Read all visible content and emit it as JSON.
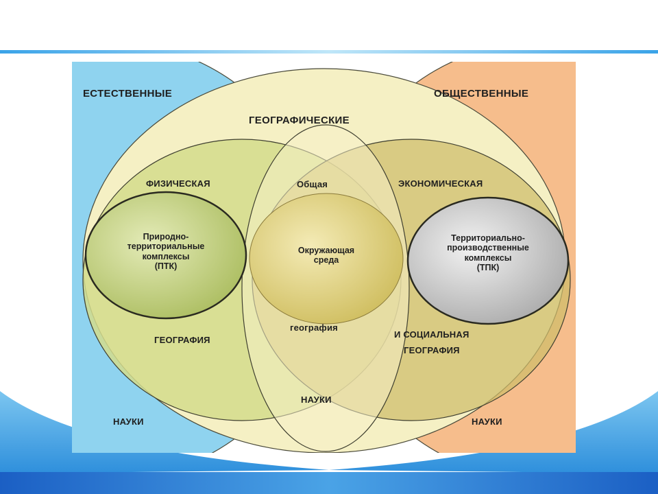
{
  "diagram": {
    "natural": "ЕСТЕСТВЕННЫЕ",
    "social": "ОБЩЕСТВЕННЫЕ",
    "geographic": "ГЕОГРАФИЧЕСКИЕ",
    "physical": "ФИЗИЧЕСКАЯ",
    "physical_geo": "ГЕОГРАФИЯ",
    "general": "Общая",
    "general_geo": "география",
    "economic": "ЭКОНОМИЧЕСКАЯ",
    "social_and": "И СОЦИАЛЬНАЯ",
    "economic_geo": "ГЕОГРАФИЯ",
    "ptk_lines": [
      "Природно-",
      "территориальные",
      "комплексы",
      "(ПТК)"
    ],
    "env_lines": [
      "Окружающая",
      "среда"
    ],
    "tpk_lines": [
      "Территориально-",
      "производственные",
      "комплексы",
      "(ТПК)"
    ],
    "sciences_left": "НАУКИ",
    "sciences_center": "НАУКИ",
    "sciences_right": "НАУКИ"
  },
  "colors": {
    "natural_blue": "#8fd3ef",
    "social_orange": "#f6bd8c",
    "geo_cream": "#f5f0c4",
    "physical_green": "#d3dc8c",
    "economic_olive": "#cfbd6a",
    "ptk_green": "#c8d58a",
    "env_yellow": "#e9dc8c",
    "tpk_gray": "#d3d3d3",
    "slide_blue": "#2f7fd6"
  }
}
